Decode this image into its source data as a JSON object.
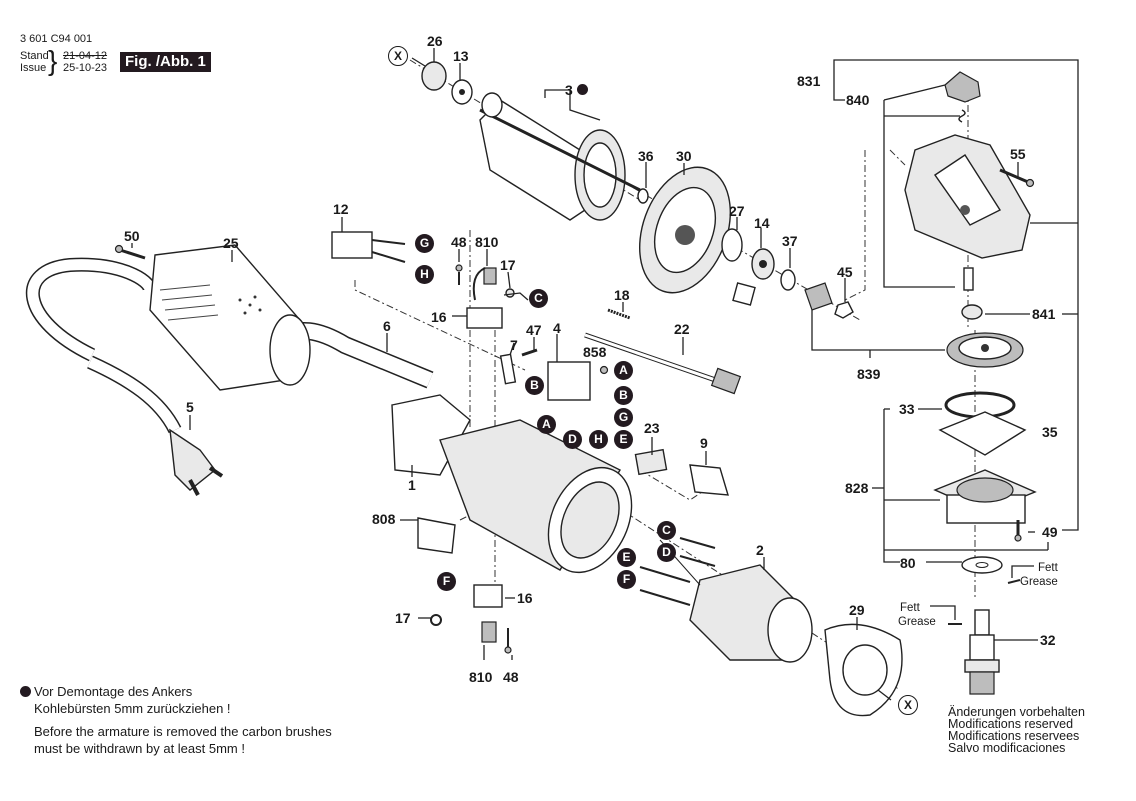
{
  "header": {
    "part_number": "3 601 C94 001",
    "stand_label": "Stand",
    "issue_label": "Issue",
    "old_date": "21-04-12",
    "new_date": "25-10-23",
    "figure_label": "Fig. /Abb. 1"
  },
  "parts": {
    "p26": "26",
    "p13": "13",
    "p3": "3",
    "p36": "36",
    "p30": "30",
    "p27": "27",
    "p14": "14",
    "p37": "37",
    "p45": "45",
    "p831": "831",
    "p840": "840",
    "p55": "55",
    "p841": "841",
    "p839": "839",
    "p33": "33",
    "p35": "35",
    "p828": "828",
    "p49": "49",
    "p80": "80",
    "p32": "32",
    "p29": "29",
    "p2": "2",
    "p12": "12",
    "p48a": "48",
    "p810a": "810",
    "p17a": "17",
    "p16a": "16",
    "p50": "50",
    "p25": "25",
    "p6": "6",
    "p7": "7",
    "p47": "47",
    "p4": "4",
    "p18": "18",
    "p22": "22",
    "p858": "858",
    "p23": "23",
    "p9": "9",
    "p1": "1",
    "p5": "5",
    "p808": "808",
    "p16b": "16",
    "p17b": "17",
    "p810b": "810",
    "p48b": "48"
  },
  "connectors": {
    "G": "G",
    "H": "H",
    "C": "C",
    "A": "A",
    "B": "B",
    "D": "D",
    "E": "E",
    "F": "F",
    "X": "X"
  },
  "grease": {
    "de": "Fett",
    "en": "Grease"
  },
  "notes": {
    "de_line1": "Vor Demontage des Ankers",
    "de_line2": "Kohlebürsten 5mm zurückziehen !",
    "en_line1": "Before the armature is removed the carbon brushes",
    "en_line2": "must be withdrawn by at least 5mm !"
  },
  "modifications": [
    "Änderungen vorbehalten",
    "Modifications reserved",
    "Modifications reservees",
    "Salvo modificaciones"
  ],
  "colors": {
    "badge": "#231a20",
    "ink": "#1a1a1a",
    "background": "#ffffff"
  }
}
